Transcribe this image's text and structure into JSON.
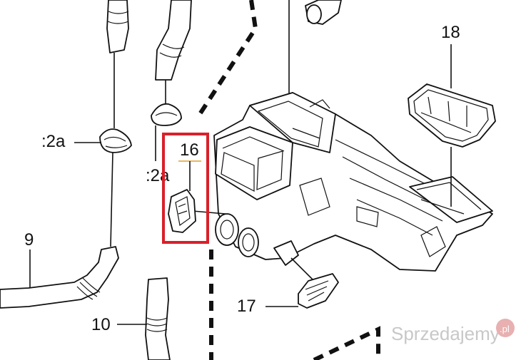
{
  "labels": {
    "part_18": "18",
    "part_16": "16",
    "part_12a_left": ":2a",
    "part_12a_right": ":2a",
    "part_9": "9",
    "part_10": "10",
    "part_17": "17"
  },
  "watermark": {
    "text": "Sprzedajemy",
    "badge": ".pl"
  },
  "highlight_color": "#d9202a",
  "leader_color_16": "#e0a030"
}
